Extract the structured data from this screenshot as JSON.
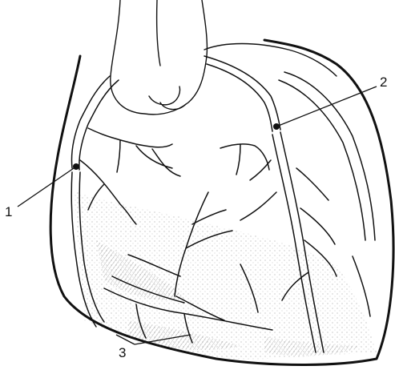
{
  "labels": {
    "one": "1",
    "two": "2",
    "three": "3"
  },
  "colors": {
    "ink": "#111111",
    "background": "#ffffff",
    "stipple": "#9a9a9a"
  }
}
